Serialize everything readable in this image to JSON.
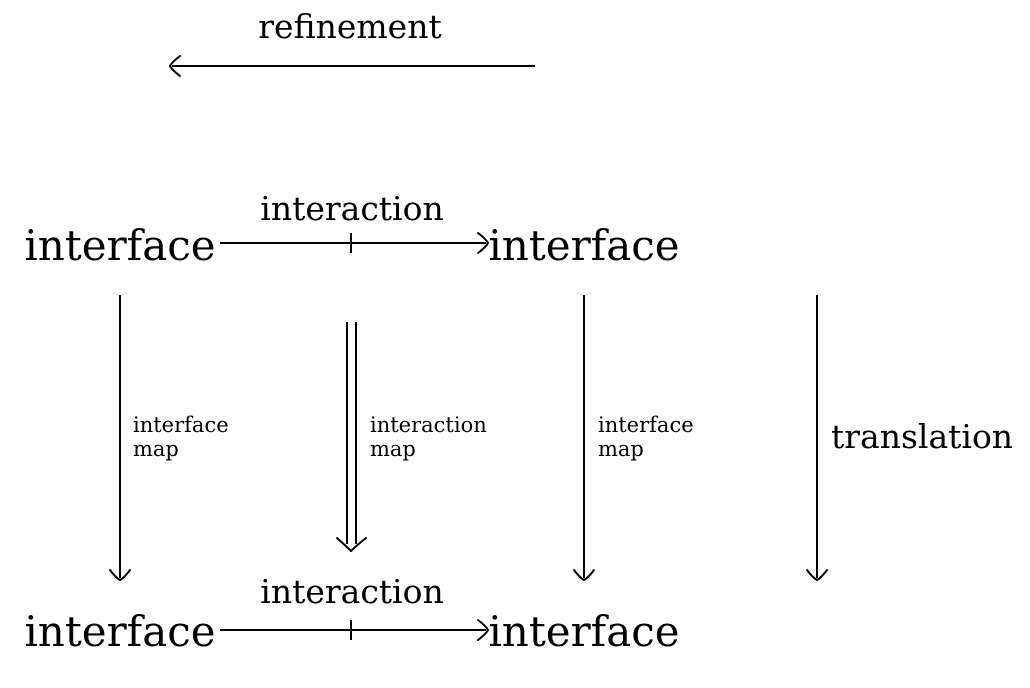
{
  "nodes": {
    "top_left": "interface",
    "top_right": "interface",
    "bottom_left": "interface",
    "bottom_right": "interface"
  },
  "labels": {
    "refinement": "refinement",
    "interaction_top": "interaction",
    "interaction_bottom": "interaction",
    "interface_map_left": [
      "interface",
      "map"
    ],
    "interaction_map": [
      "interaction",
      "map"
    ],
    "interface_map_right": [
      "interface",
      "map"
    ],
    "translation": "translation"
  },
  "colors": {
    "ink": "#000000",
    "background": "#ffffff"
  }
}
